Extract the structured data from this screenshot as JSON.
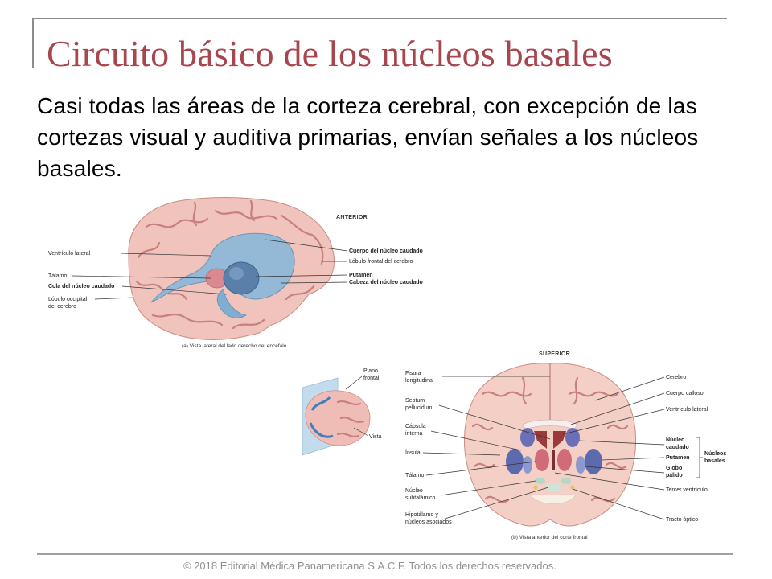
{
  "slide": {
    "title": "Circuito básico de los núcleos basales",
    "body": "Casi todas las áreas de la corteza cerebral, con excepción de las cortezas visual y auditiva primarias, envían señales a los núcleos basales.",
    "footer": "© 2018 Editorial Médica Panamericana S.A.C.F. Todos los derechos reservados.",
    "colors": {
      "title": "#a8454d",
      "frame": "#8c8c8c"
    }
  },
  "figure_a": {
    "heading": "ANTERIOR",
    "labels_left": [
      "Ventrículo lateral",
      "Tálamo",
      "Cola del núcleo caudado",
      "Lóbulo occipital",
      "del cerebro"
    ],
    "labels_right": [
      "Cuerpo del núcleo caudado",
      "Lóbulo frontal del cerebro",
      "Putamen",
      "Cabeza del núcleo caudado"
    ],
    "caption": "(a) Vista lateral del lado derecho del encéfalo"
  },
  "figure_inset": {
    "plane_label": [
      "Plano",
      "frontal"
    ],
    "view_label": "Vista"
  },
  "figure_b": {
    "heading": "SUPERIOR",
    "labels_left": [
      "Fisura",
      "longitudinal",
      "Septum",
      "pellucidum",
      "Cápsula",
      "interna",
      "Ínsula",
      "Tálamo",
      "Núcleo",
      "subtalámico",
      "Hipotálamo y",
      "núcleos asociados"
    ],
    "labels_right": [
      "Cerebro",
      "Cuerpo calloso",
      "Ventrículo lateral",
      "Núcleo",
      "caudado",
      "Putamen",
      "Globo",
      "pálido",
      "Tercer ventrículo",
      "Tracto óptico"
    ],
    "group_label": [
      "Núcleos",
      "basales"
    ],
    "caption": "(b) Vista anterior del corte frontal"
  }
}
